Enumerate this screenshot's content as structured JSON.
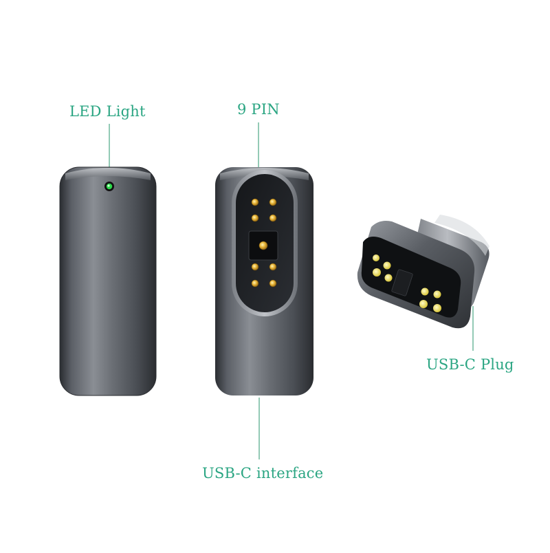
{
  "labels": {
    "led_light": "LED Light",
    "nine_pin": "9 PIN",
    "usbc_plug": "USB-C Plug",
    "usbc_interface": "USB-C interface"
  },
  "colors": {
    "label_text": "#2aa582",
    "leader_line": "#6fb89c",
    "led": "#2bd94a",
    "pin_gold": "#e8b63a",
    "plug_pad": "#f0e65a",
    "body_metal": "#4a4e55"
  }
}
